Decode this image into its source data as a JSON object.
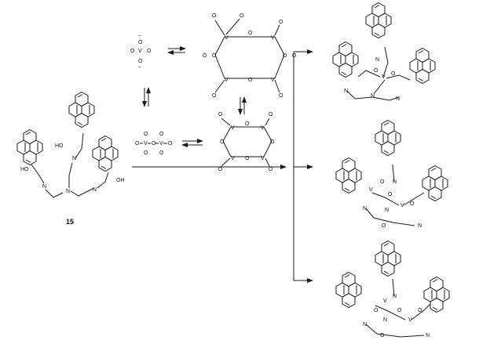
{
  "compound_label": "15",
  "atoms": {
    "V": "V",
    "O": "O",
    "N": "N",
    "OH": "HO",
    "minus": "−"
  },
  "colors": {
    "ink": "#1a1a1a",
    "background": "#ffffff"
  }
}
